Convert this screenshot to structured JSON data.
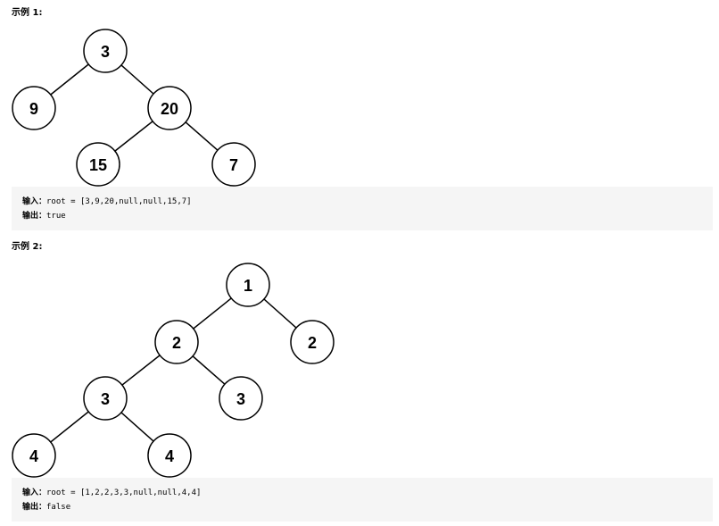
{
  "examples": [
    {
      "title": "示例 1:",
      "input_label": "输入：",
      "input_value": "root = [3,9,20,null,null,15,7]",
      "output_label": "输出：",
      "output_value": "true",
      "tree": {
        "nodes": [
          "3",
          "9",
          "20",
          "15",
          "7"
        ]
      }
    },
    {
      "title": "示例 2:",
      "input_label": "输入：",
      "input_value": "root = [1,2,2,3,3,null,null,4,4]",
      "output_label": "输出：",
      "output_value": "false",
      "tree": {
        "nodes": [
          "1",
          "2",
          "2",
          "3",
          "3",
          "4",
          "4"
        ]
      }
    }
  ]
}
